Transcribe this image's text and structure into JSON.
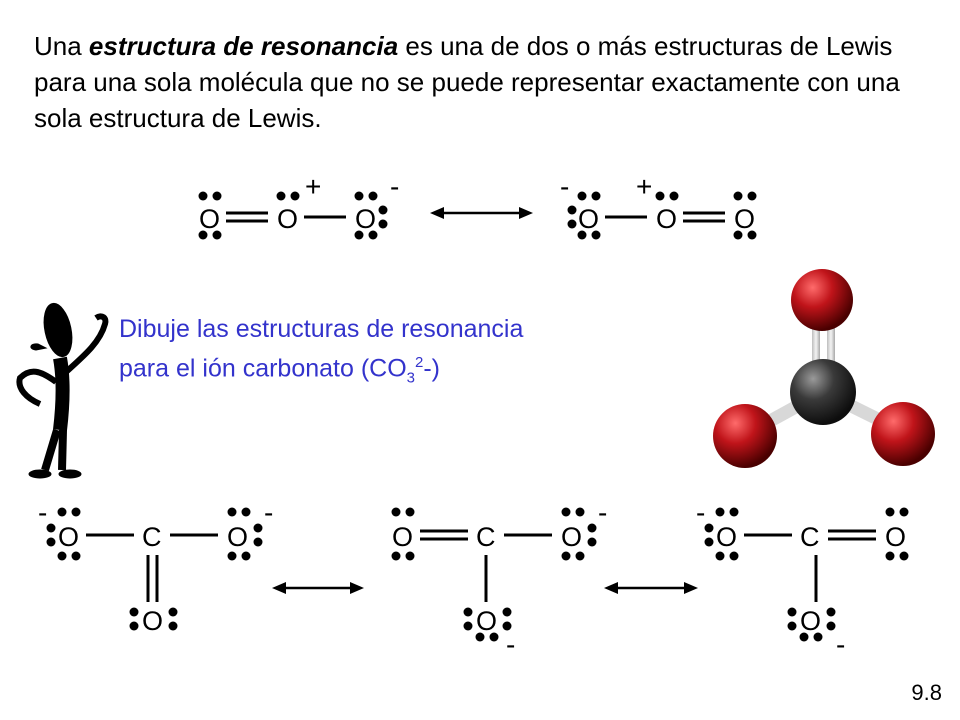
{
  "intro": {
    "prefix": "Una ",
    "term": "estructura de resonancia",
    "rest": " es una de dos o más estructuras de Lewis para una sola molécula  que no se puede representar exactamente con una sola estructura de Lewis."
  },
  "prompt": {
    "line1": "Dibuje las estructuras de resonancia",
    "line2_prefix": "para el ión carbonato (CO",
    "sub": "3",
    "sup": "2",
    "line2_suffix": "-)"
  },
  "atoms": {
    "oxygen": "O",
    "carbon": "C"
  },
  "charges": {
    "plus": "+",
    "minus": "-"
  },
  "slide_number": "9.8",
  "colors": {
    "prompt_text": "#3333cc",
    "oxygen_ball": "#c0141a",
    "carbon_ball": "#333333",
    "bond": "#dcdcdc"
  },
  "icons": {
    "figure": "thinking-stick-figure-icon",
    "model": "carbonate-ball-and-stick-model"
  }
}
